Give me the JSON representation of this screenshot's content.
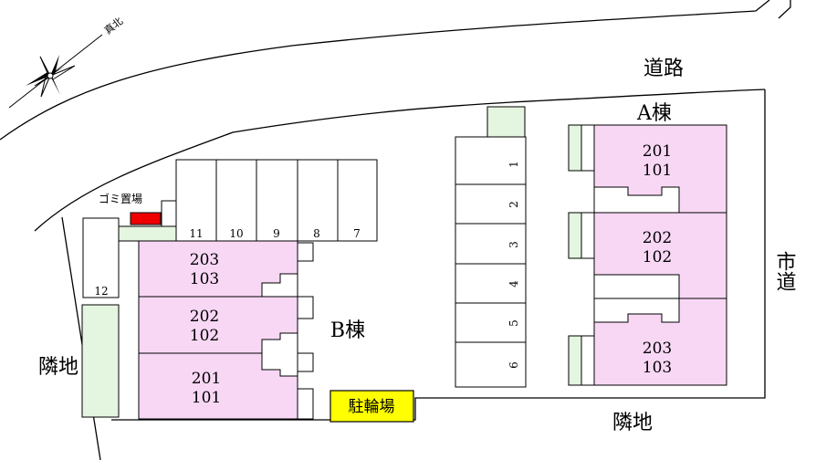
{
  "compass": {
    "label": "真北"
  },
  "labels": {
    "road": "道路",
    "city_road": "市道",
    "neighbor_left": "隣地",
    "neighbor_bottom": "隣地",
    "building_a": "A棟",
    "building_b": "B棟",
    "garbage": "ゴミ置場",
    "bicycle": "駐輪場"
  },
  "building_a_units": [
    {
      "upper": "201",
      "lower": "101"
    },
    {
      "upper": "202",
      "lower": "102"
    },
    {
      "upper": "203",
      "lower": "103"
    }
  ],
  "building_b_units": [
    {
      "upper": "203",
      "lower": "103"
    },
    {
      "upper": "202",
      "lower": "102"
    },
    {
      "upper": "201",
      "lower": "101"
    }
  ],
  "parking_top": [
    "11",
    "10",
    "9",
    "8",
    "7"
  ],
  "parking_left": "12",
  "parking_right": [
    "1",
    "2",
    "3",
    "4",
    "5",
    "6"
  ],
  "colors": {
    "unit_fill": "#f8d7f5",
    "green_fill": "#e4f5e0",
    "garbage_fill": "#ee0000",
    "bicycle_fill": "#ffff00"
  }
}
